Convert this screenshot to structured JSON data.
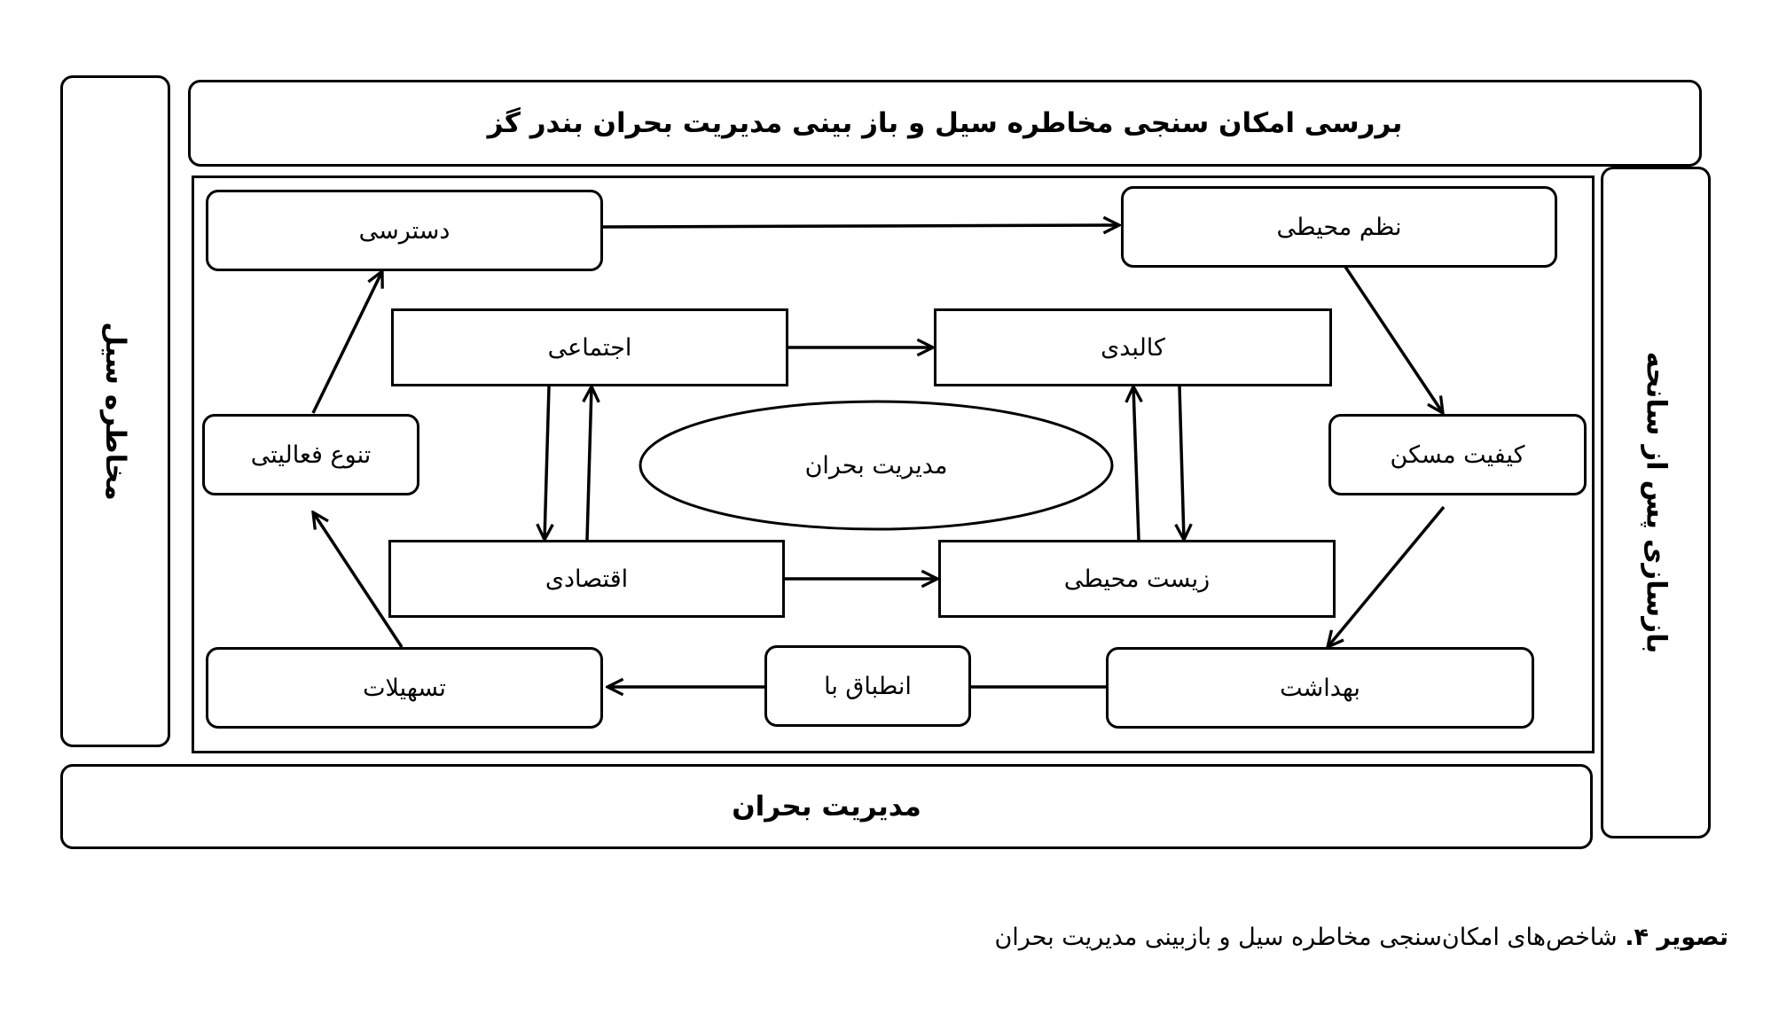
{
  "header": {
    "title": "بررسی امکان سنجی مخاطره سیل و باز بینی مدیریت بحران بندر گز"
  },
  "left_panel": {
    "label": "مخاطره سیل"
  },
  "right_panel": {
    "label": "بازسازی پس از سانحه"
  },
  "footer": {
    "label": "مدیریت بحران"
  },
  "center": {
    "label": "مدیریت بحران"
  },
  "nodes": {
    "dastrasi": "دسترسی",
    "nazm_mohiti": "نظم محیطی",
    "ejtemaei": "اجتماعی",
    "kalbadi": "کالبدی",
    "tanavo_faaliyati": "تنوع فعالیتی",
    "keyfiyat_maskan": "کیفیت مسکن",
    "eghtesadi": "اقتصادی",
    "zist_mohiti": "زیست محیطی",
    "tashilat": "تسهیلات",
    "entebagh_ba": "انطباق با",
    "behdasht": "بهداشت"
  },
  "caption": {
    "prefix": "تصویر ۴.",
    "text": "شاخص‌های امکان‌سنجی مخاطره سیل و بازبینی مدیریت بحران"
  }
}
